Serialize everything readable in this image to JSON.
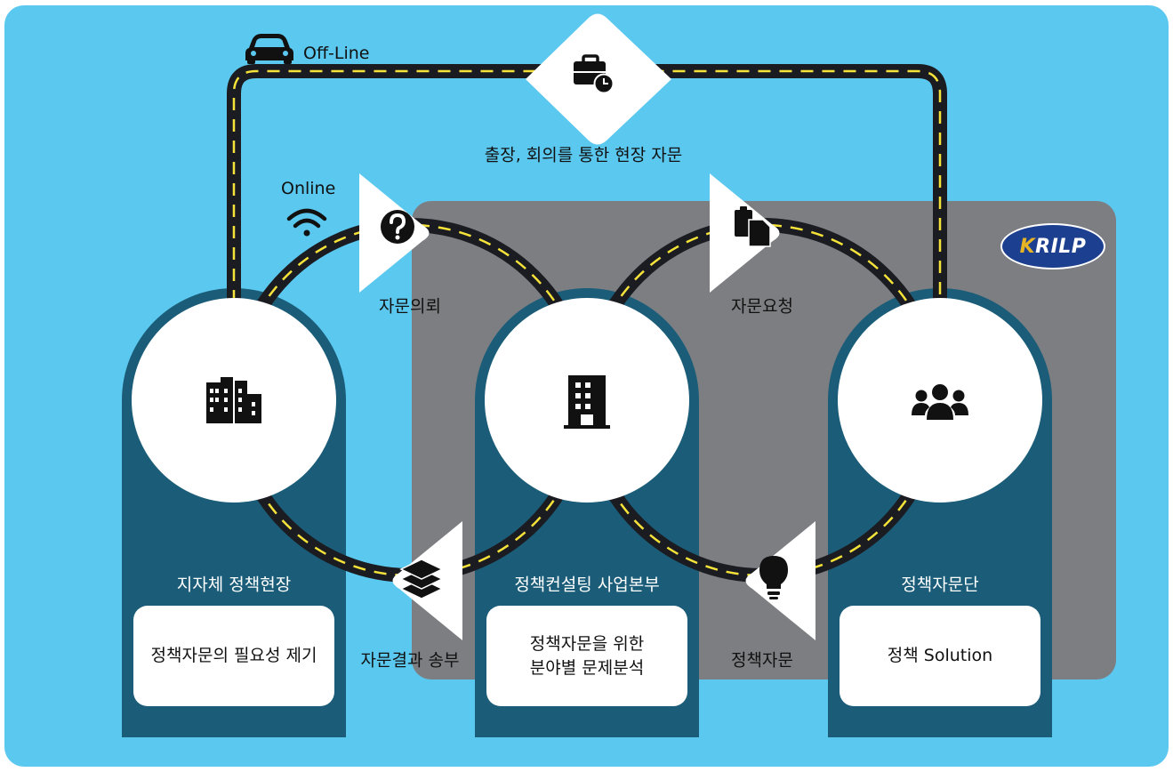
{
  "colors": {
    "background": "#5bc8ef",
    "grey_panel": "#7d7e82",
    "column": "#1b5d78",
    "road": "#1a1c22",
    "road_dash": "#f5e33a",
    "text_dark": "#111111"
  },
  "offline": {
    "icon": "car-icon",
    "label": "Off-Line"
  },
  "online": {
    "icon": "wifi-icon",
    "label": "Online"
  },
  "logo": {
    "k": "K",
    "rest": "RILP"
  },
  "flows": {
    "onsite": {
      "icon": "briefcase-clock-icon",
      "label": "출장, 회의를 통한 현장 자문"
    },
    "request": {
      "icon": "question-icon",
      "label": "자문의뢰"
    },
    "ask": {
      "icon": "clipboard-icon",
      "label": "자문요청"
    },
    "result": {
      "icon": "layers-icon",
      "label": "자문결과 송부"
    },
    "advice": {
      "icon": "lightbulb-icon",
      "label": "정책자문"
    }
  },
  "nodes": [
    {
      "icon": "factory-icon",
      "title": "지자체 정책현장",
      "box_lines": [
        "정책자문의 필요성 제기"
      ]
    },
    {
      "icon": "office-building-icon",
      "title": "정책컨설팅 사업본부",
      "box_lines": [
        "정책자문을 위한",
        "분야별 문제분석"
      ]
    },
    {
      "icon": "people-group-icon",
      "title": "정책자문단",
      "box_lines": [
        "정책 Solution"
      ]
    }
  ]
}
